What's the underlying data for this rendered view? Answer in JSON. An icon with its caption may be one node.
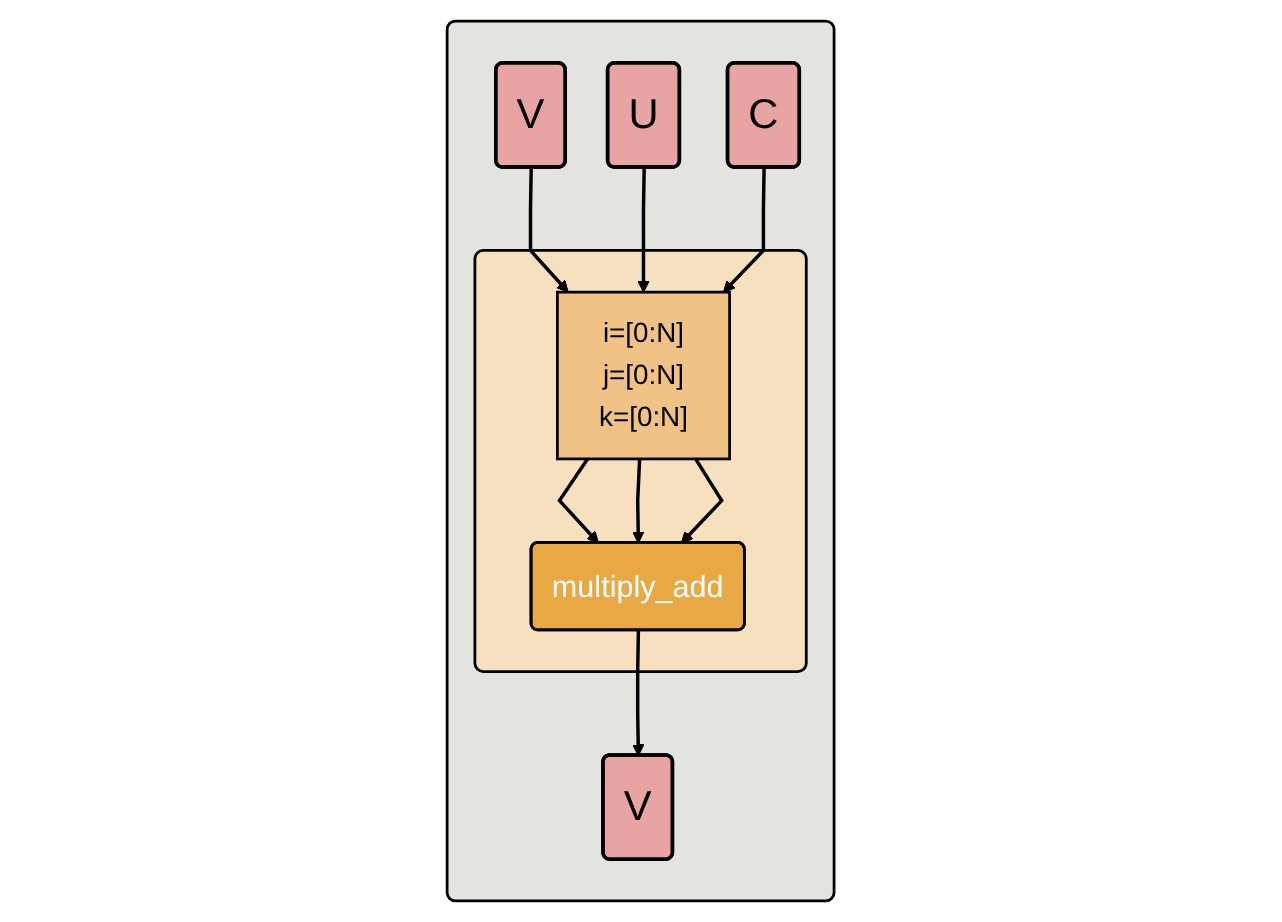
{
  "diagram": {
    "nodes": [
      {
        "text": [],
        "shape": "box"
      },
      {
        "text": [
          "V"
        ],
        "in": 0
      },
      {
        "text": [
          "U"
        ],
        "in": 0
      },
      {
        "text": [
          "C"
        ],
        "in": 0
      },
      {
        "text": [],
        "shape": "box",
        "in": 0
      },
      {
        "text": [
          "i=[0:N]",
          "j=[0:N]",
          "k=[0:N]"
        ],
        "in": 4
      },
      {
        "text": [
          "multiply_add"
        ],
        "in": 4
      },
      {
        "text": [
          "V"
        ],
        "in": 0
      }
    ],
    "edges": [
      {
        "from": 1,
        "to": 5,
        "arrow": "to"
      },
      {
        "from": 2,
        "to": 5,
        "arrow": "to"
      },
      {
        "from": 3,
        "to": 5,
        "arrow": "to"
      },
      {
        "from": 5,
        "to": 6,
        "arrow": "to"
      },
      {
        "from": 5,
        "to": 6,
        "arrow": "to"
      },
      {
        "from": 5,
        "to": 6,
        "arrow": "to"
      },
      {
        "from": 6,
        "to": 7,
        "arrow": "to"
      }
    ]
  }
}
